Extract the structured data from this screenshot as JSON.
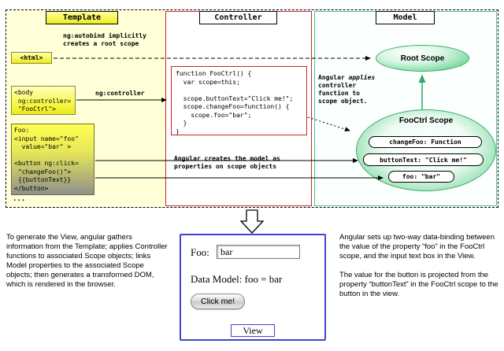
{
  "template": {
    "header": "Template",
    "autobind_note": "ng:autobind implicitly\ncreates a root scope",
    "html_box": "<html>",
    "body_box": "<body\n ng:controller=\n \"FooCtrl\">",
    "ng_controller_label": "ng:controller",
    "code_box": "Foo:\n<input name=\"foo\"\n  value=\"bar\" >\n\n<button ng:click=\n \"changeFoo()\">\n {{buttonText}}\n</button>",
    "ellipsis": "..."
  },
  "controller": {
    "header": "Controller",
    "code_box": "function FooCtrl() {\n  var scope=this;\n\n  scope.buttonText=\"Click me!\";\n  scope.changeFoo=function() {\n    scope.foo=\"bar\";\n  }\n}",
    "note": "Angular creates the model as\nproperties on scope objects"
  },
  "model": {
    "header": "Model",
    "root_scope": "Root Scope",
    "applies_prefix": "Angular ",
    "applies_italic": "applies",
    "applies_rest": "\ncontroller\nfunction to\nscope object.",
    "fooctrl_scope": "FooCtrl Scope",
    "pills": [
      "changeFoo: Function",
      "buttonText: \"Click me!\"",
      "foo: \"bar\""
    ]
  },
  "footer": {
    "left_text": "To generate the View, angular gathers information from the Template; applies Controller functions to associated Scope objects; links Model properties to the associated Scope objects; then generates a transformed DOM, which is rendered in the browser.",
    "right_text_1": "Angular sets up two-way data-binding between the value of the property “foo” in the FooCtrl scope, and the input text box in the View.",
    "right_text_2": "The value for the button is projected from the property “buttonText” in the FooCtrl scope to the button in the view."
  },
  "view": {
    "foo_label": "Foo:",
    "input_value": "bar",
    "data_model": "Data Model: foo = bar",
    "button_label": "Click me!",
    "label": "View"
  }
}
